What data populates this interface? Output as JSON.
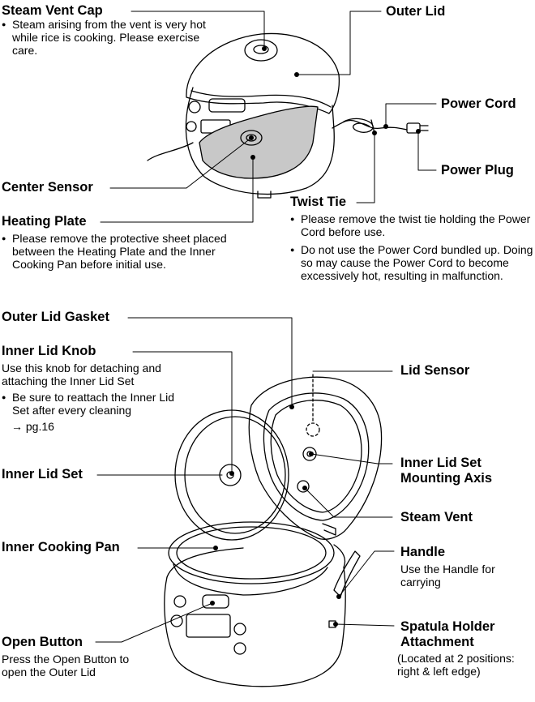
{
  "top_section": {
    "steam_vent_cap": {
      "label": "Steam Vent Cap",
      "note": "Steam arising from the vent is very hot while rice is cooking. Please exercise care."
    },
    "outer_lid": {
      "label": "Outer Lid"
    },
    "power_cord": {
      "label": "Power Cord"
    },
    "power_plug": {
      "label": "Power Plug"
    },
    "center_sensor": {
      "label": "Center Sensor"
    },
    "twist_tie": {
      "label": "Twist Tie",
      "notes": [
        "Please remove the twist tie holding the Power Cord before use.",
        "Do not use the Power Cord bundled up. Doing so may cause the Power Cord to become excessively hot, resulting in malfunction."
      ]
    },
    "heating_plate": {
      "label": "Heating Plate",
      "note": "Please remove the protective sheet placed between the Heating Plate and the Inner Cooking Pan before initial use."
    }
  },
  "bottom_section": {
    "outer_lid_gasket": {
      "label": "Outer Lid Gasket"
    },
    "inner_lid_knob": {
      "label": "Inner Lid Knob",
      "description": "Use this knob for detaching and attaching the Inner Lid Set",
      "note": "Be sure to reattach the Inner Lid Set after every cleaning",
      "page_ref": "→ pg.16"
    },
    "lid_sensor": {
      "label": "Lid Sensor"
    },
    "inner_lid_set": {
      "label": "Inner Lid Set"
    },
    "inner_lid_set_mounting_axis": {
      "label": "Inner Lid Set Mounting Axis"
    },
    "steam_vent": {
      "label": "Steam Vent"
    },
    "inner_cooking_pan": {
      "label": "Inner Cooking Pan"
    },
    "handle": {
      "label": "Handle",
      "description": "Use the Handle for carrying"
    },
    "open_button": {
      "label": "Open Button",
      "description": "Press the Open Button to open the Outer Lid"
    },
    "spatula_holder_attachment": {
      "label": "Spatula Holder Attachment",
      "description": "(Located at 2 positions: right & left edge)"
    }
  },
  "colors": {
    "line": "#000000",
    "inner_fill": "#c8c8c8",
    "background": "#ffffff"
  }
}
